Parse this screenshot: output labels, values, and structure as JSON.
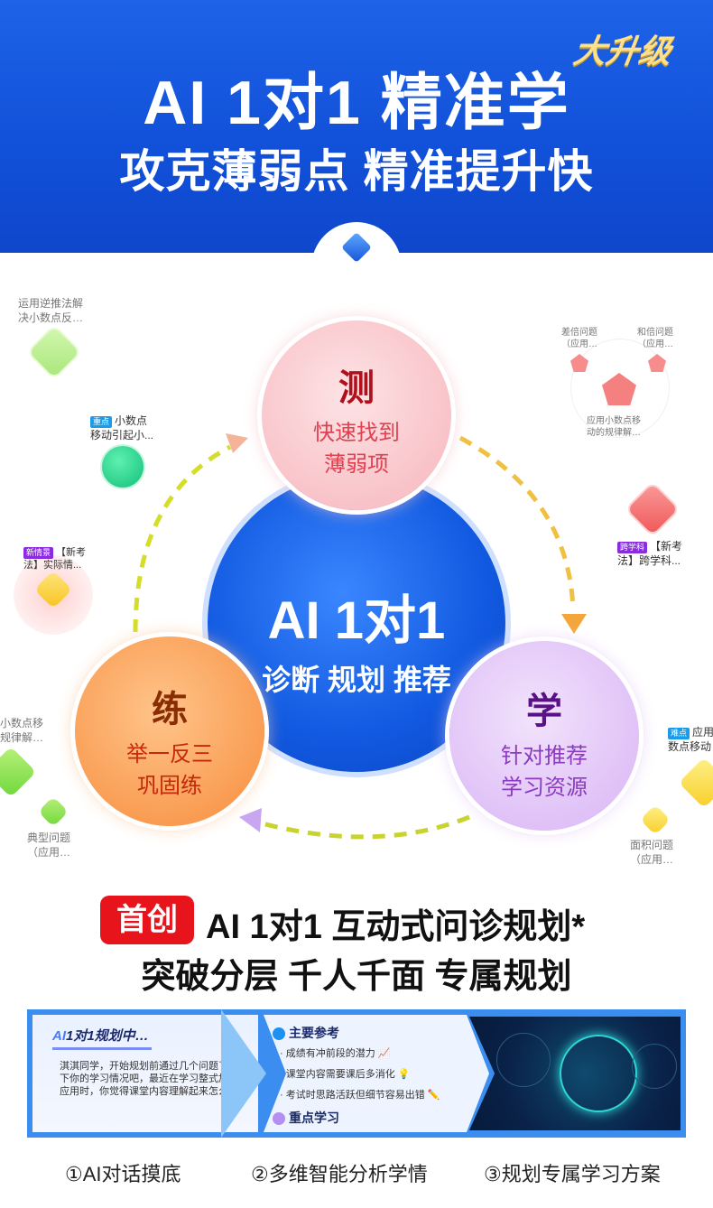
{
  "header": {
    "title": "AI 1对1 精准学",
    "subtitle": "攻克薄弱点 精准提升快",
    "badge": "大升级"
  },
  "cycle": {
    "center": {
      "title": "AI 1对1",
      "subtitle": "诊断 规划 推荐"
    },
    "test": {
      "char": "测",
      "line1": "快速找到",
      "line2": "薄弱项"
    },
    "practice": {
      "char": "练",
      "line1": "举一反三",
      "line2": "巩固练"
    },
    "learn": {
      "char": "学",
      "line1": "针对推荐",
      "line2": "学习资源"
    }
  },
  "nodes": {
    "n1": {
      "line1": "运用逆推法解",
      "line2": "决小数点反…"
    },
    "n2": {
      "tag": "重点",
      "line1": "小数点",
      "line2": "移动引起小..."
    },
    "n3": {
      "tag": "新情景",
      "line1": "【新考",
      "line2": "法】实际情..."
    },
    "n4": {
      "line1": "小数点移",
      "line2": "规律解…"
    },
    "n5": {
      "line1": "典型问题",
      "line2": "（应用…"
    },
    "n6": {
      "line1": "差倍问题",
      "line2": "（应用…"
    },
    "n7": {
      "line1": "和倍问题",
      "line2": "（应用…"
    },
    "n8": {
      "line1": "应用小数点移",
      "line2": "动的规律解…"
    },
    "n9": {
      "tag": "跨学科",
      "line1": "【新考",
      "line2": "法】跨学科..."
    },
    "n10": {
      "tag": "难点",
      "line1": "应用",
      "line2": "数点移动"
    },
    "n11": {
      "line1": "面积问题",
      "line2": "（应用…"
    }
  },
  "section": {
    "badge": "首创",
    "title": "AI 1对1 互动式问诊规划*",
    "subtitle": "突破分层 千人千面 专属规划"
  },
  "panel": {
    "chat_title_ai": "AI",
    "chat_title": "1对1规划中…",
    "chat_text": "淇淇同学，开始规划前通过几个问题了解一下你的学习情况吧，最近在学习整式加减的应用时，你觉得课堂内容理解起来怎么样？",
    "ref_title": "主要参考",
    "refs": [
      "· 成绩有冲前段的潜力 📈",
      "· 课堂内容需要课后多消化 💡",
      "· 考试时思路活跃但细节容易出错 ✏️"
    ],
    "focus_title": "重点学习"
  },
  "steps": [
    "①AI对话摸底",
    "②多维智能分析学情",
    "③规划专属学习方案"
  ],
  "colors": {
    "brand": "#1150d8",
    "red": "#e8141c"
  }
}
